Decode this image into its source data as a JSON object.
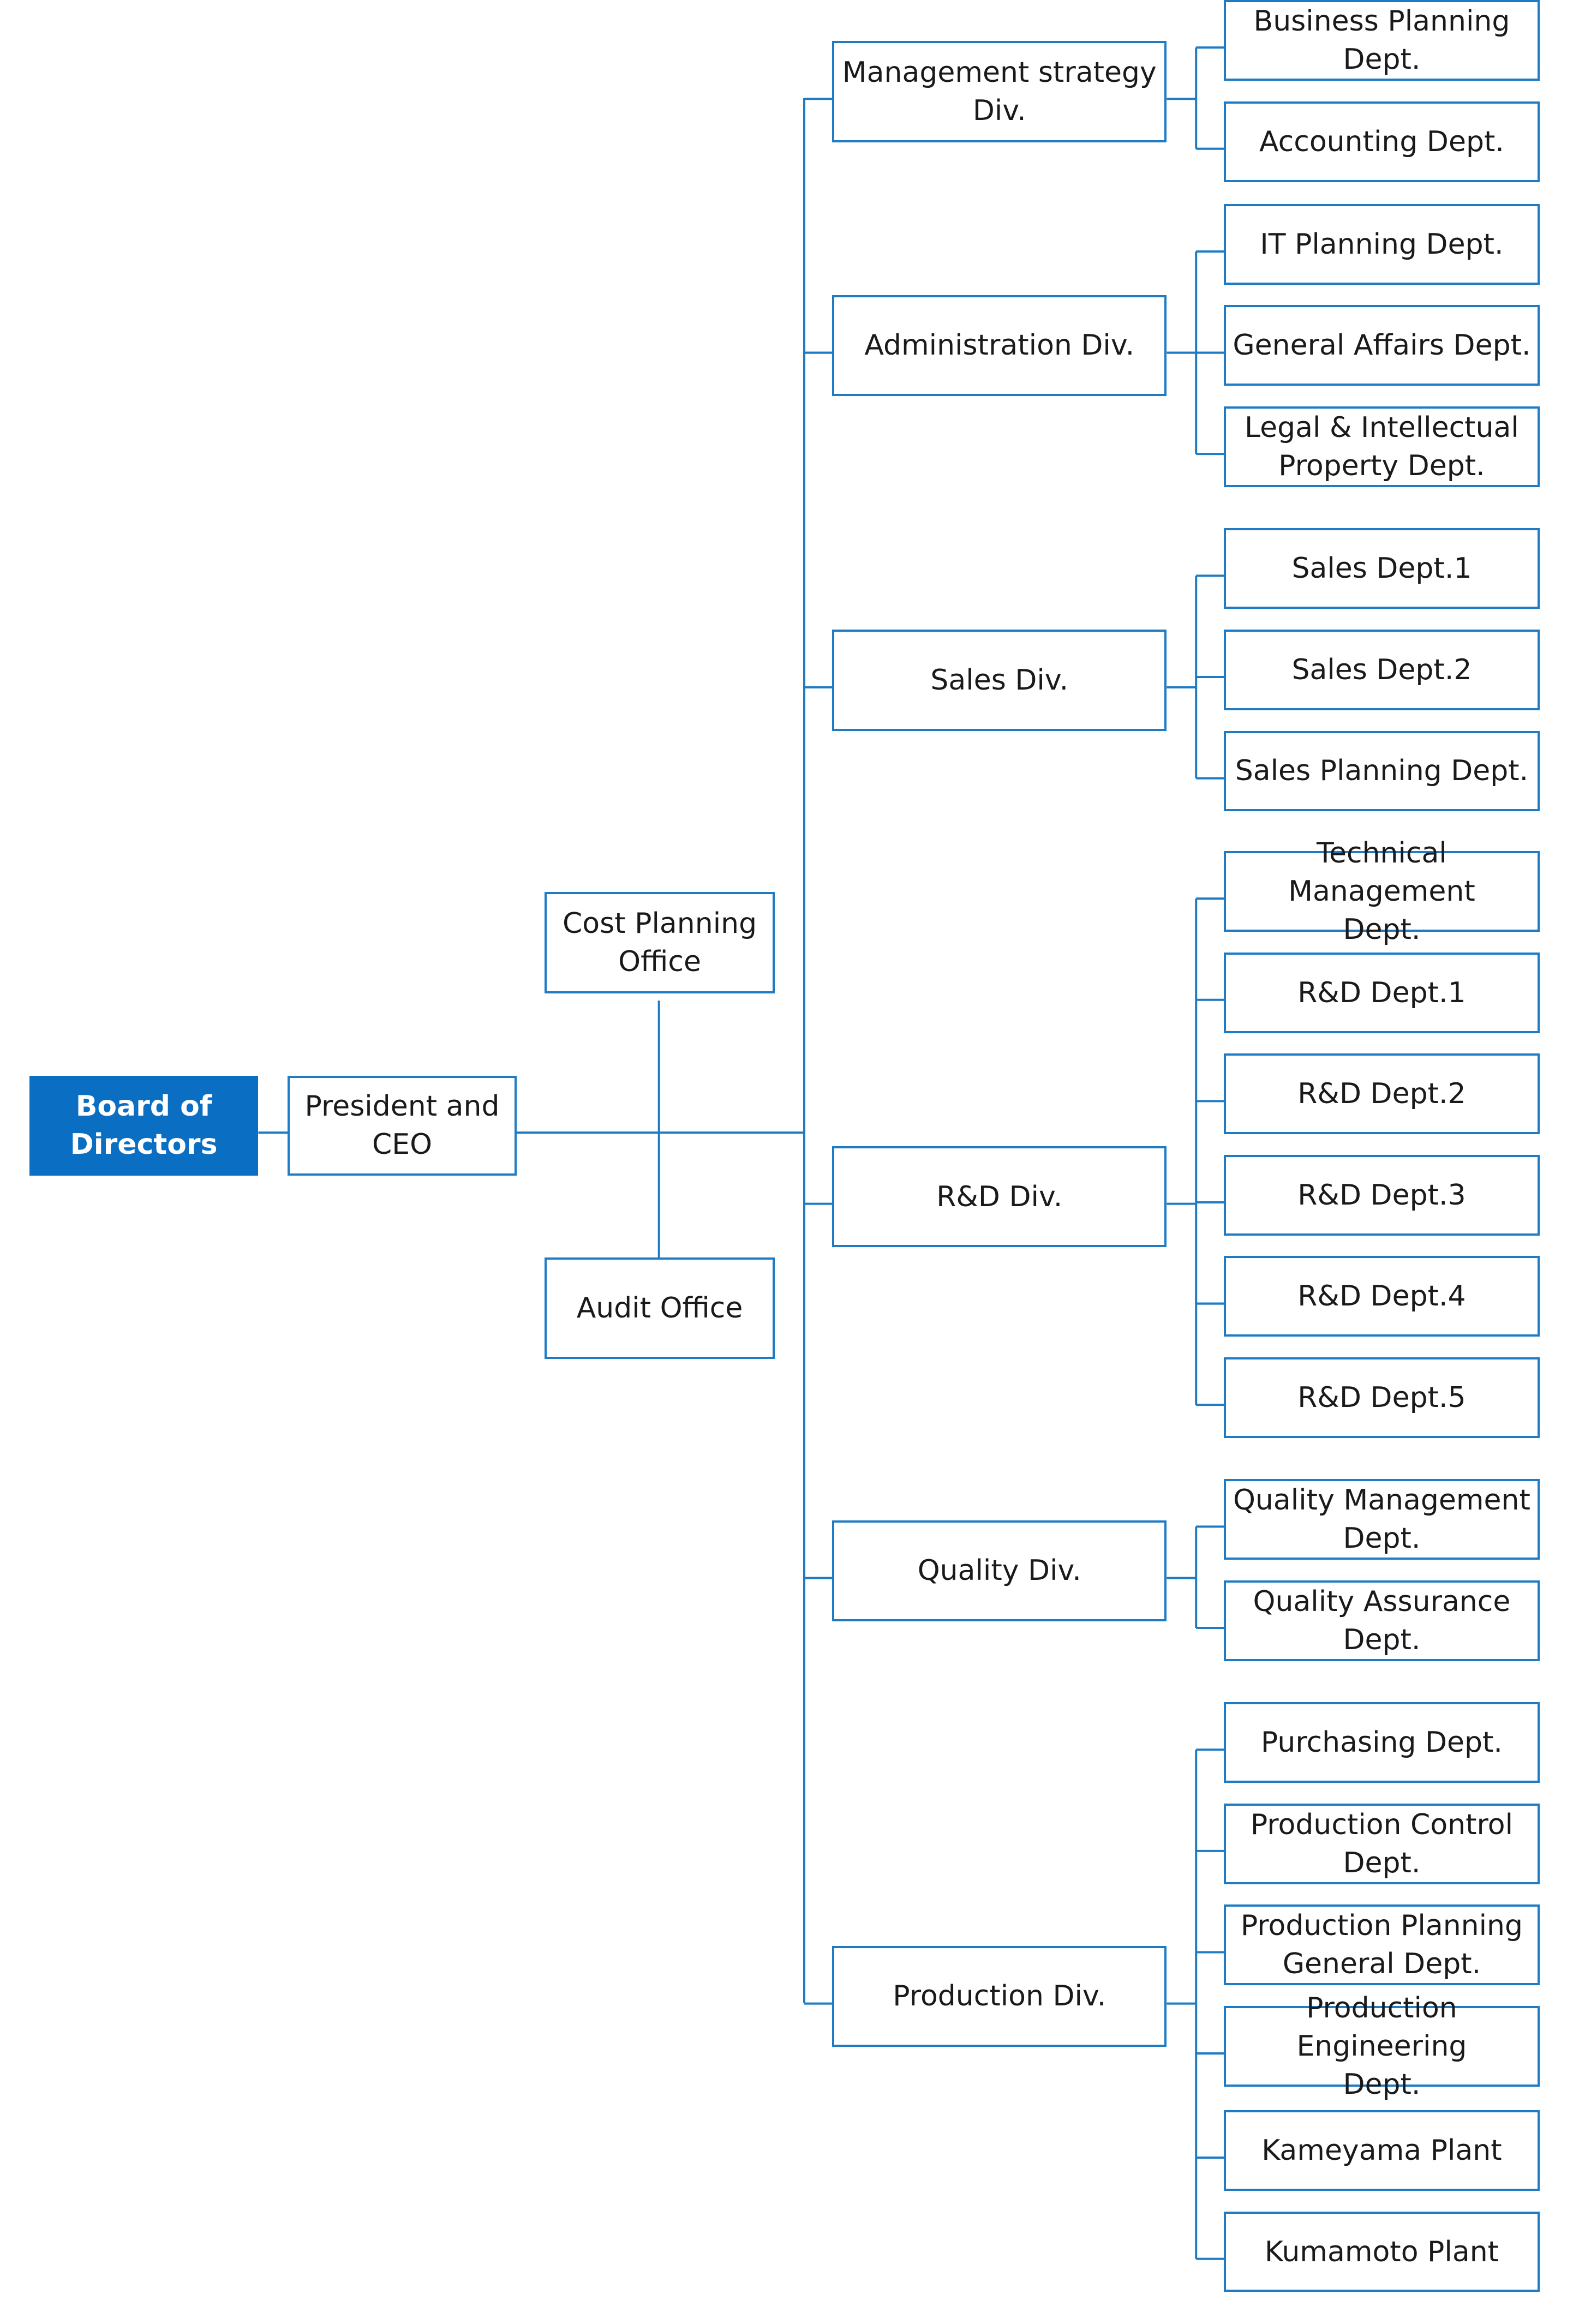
{
  "colors": {
    "line": "#1f7cc4",
    "border": "#1f7cc4",
    "root_fill": "#0a6fc2",
    "text": "#1a1a1a",
    "root_text": "#ffffff"
  },
  "org": {
    "board": "Board of\nDirectors",
    "president": "President and\nCEO",
    "cost_planning": "Cost Planning\nOffice",
    "audit": "Audit Office",
    "divisions": [
      {
        "name": "Management strategy Div.",
        "depts": [
          "Business Planning Dept.",
          "Accounting Dept."
        ]
      },
      {
        "name": "Administration Div.",
        "depts": [
          "IT Planning Dept.",
          "General Affairs Dept.",
          "Legal & Intellectual\nProperty Dept."
        ]
      },
      {
        "name": "Sales Div.",
        "depts": [
          "Sales Dept.1",
          "Sales Dept.2",
          "Sales Planning Dept."
        ]
      },
      {
        "name": "R&D Div.",
        "depts": [
          "Technical Management\nDept.",
          "R&D Dept.1",
          "R&D Dept.2",
          "R&D Dept.3",
          "R&D Dept.4",
          "R&D Dept.5"
        ]
      },
      {
        "name": "Quality Div.",
        "depts": [
          "Quality Management\nDept.",
          "Quality Assurance Dept."
        ]
      },
      {
        "name": "Production Div.",
        "depts": [
          "Purchasing Dept.",
          "Production Control\nDept.",
          "Production Planning\nGeneral Dept.",
          "Production Engineering\nDept.",
          "Kameyama Plant",
          "Kumamoto Plant"
        ]
      }
    ]
  }
}
